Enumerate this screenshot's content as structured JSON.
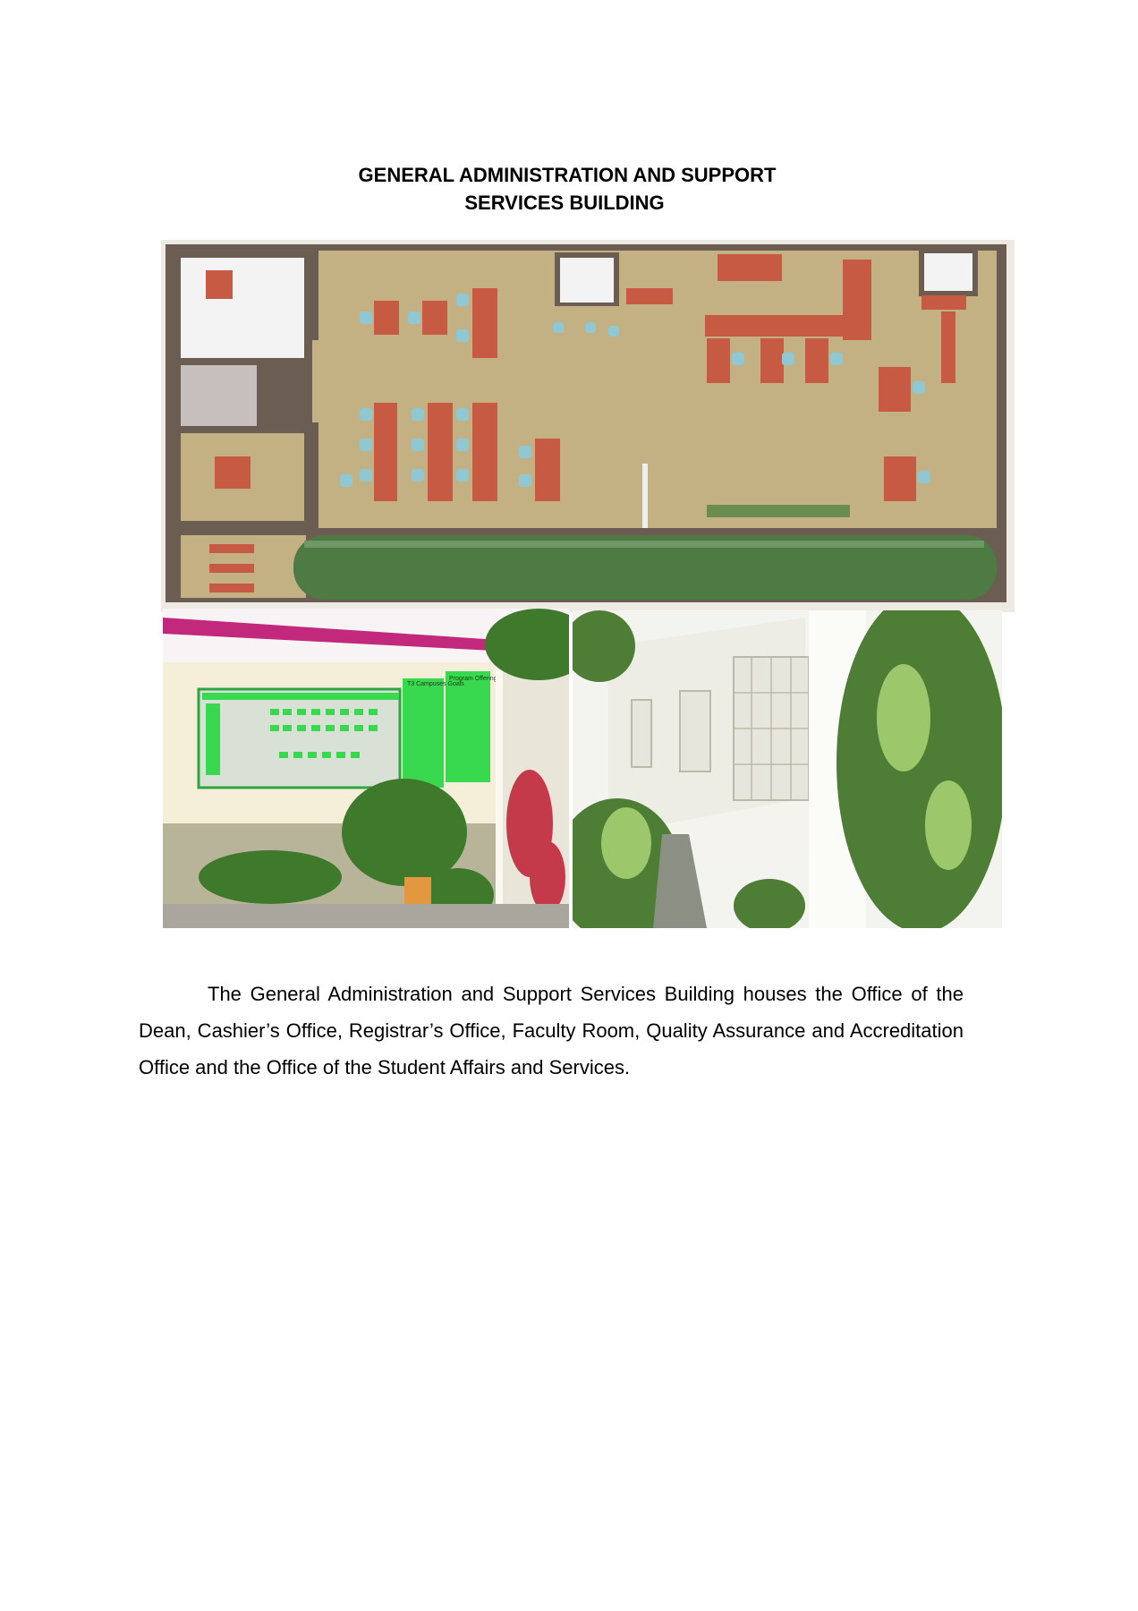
{
  "document": {
    "title_line1": "GENERAL ADMINISTRATION AND SUPPORT",
    "title_line2": "SERVICES BUILDING",
    "paragraph": "The General Administration and Support Services Building houses the Office of the Dean, Cashier’s Office, Registrar’s Office, Faculty Room, Quality Assurance and Accreditation Office and the Office of the Student Affairs and Services."
  },
  "photo_left": {
    "board_heading_1": "T3 Campuses Goals",
    "board_heading_2": "Program Offerings"
  },
  "colors": {
    "floor": "#c3b083",
    "wall": "#6b5d52",
    "desk": "#c65a42",
    "chair": "#8fc7d2",
    "roof_green": "#4e7a43",
    "board_green": "#38d84f"
  }
}
